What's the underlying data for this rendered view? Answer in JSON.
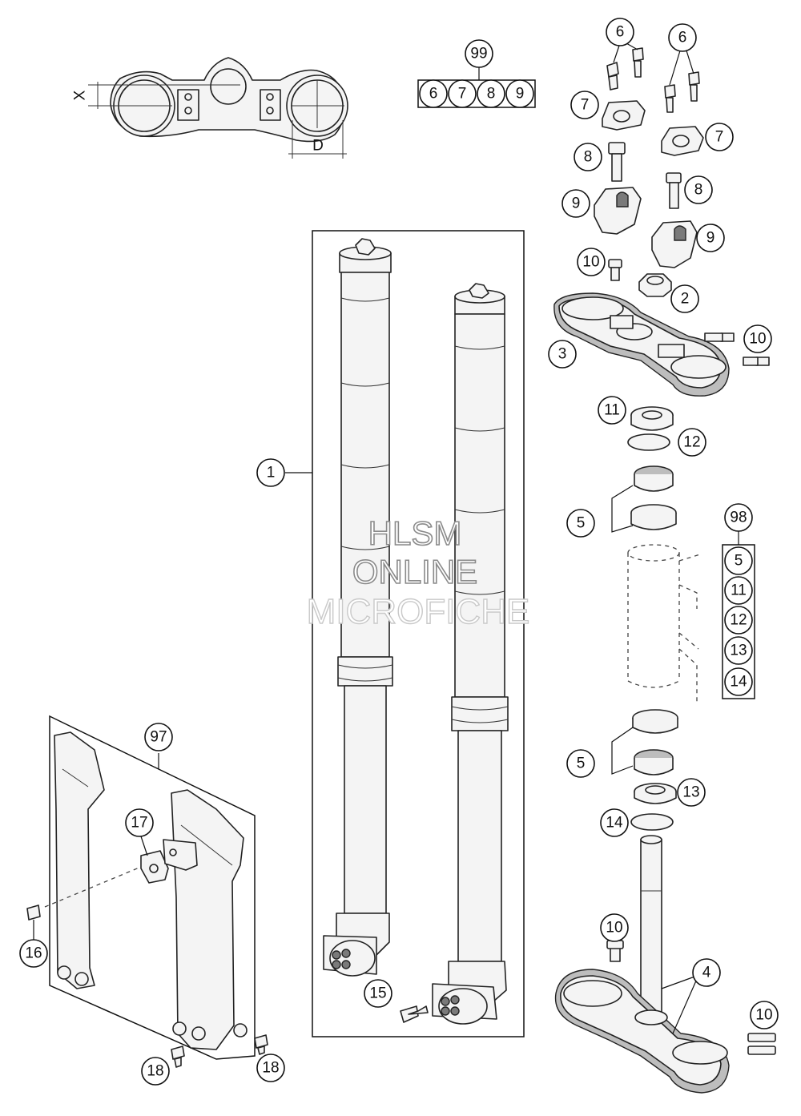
{
  "callouts": [
    {
      "label": "99"
    },
    {
      "label": "6"
    },
    {
      "label": "7"
    },
    {
      "label": "8"
    },
    {
      "label": "9"
    },
    {
      "label": "6"
    },
    {
      "label": "6"
    },
    {
      "label": "7"
    },
    {
      "label": "7"
    },
    {
      "label": "8"
    },
    {
      "label": "8"
    },
    {
      "label": "9"
    },
    {
      "label": "9"
    },
    {
      "label": "10"
    },
    {
      "label": "2"
    },
    {
      "label": "3"
    },
    {
      "label": "10"
    },
    {
      "label": "11"
    },
    {
      "label": "12"
    },
    {
      "label": "5"
    },
    {
      "label": "1"
    },
    {
      "label": "98"
    },
    {
      "label": "5"
    },
    {
      "label": "11"
    },
    {
      "label": "12"
    },
    {
      "label": "13"
    },
    {
      "label": "14"
    },
    {
      "label": "5"
    },
    {
      "label": "13"
    },
    {
      "label": "14"
    },
    {
      "label": "97"
    },
    {
      "label": "17"
    },
    {
      "label": "16"
    },
    {
      "label": "15"
    },
    {
      "label": "10"
    },
    {
      "label": "4"
    },
    {
      "label": "10"
    },
    {
      "label": "18"
    },
    {
      "label": "18"
    }
  ],
  "dimensions": {
    "x_label": "X",
    "d_label": "D"
  },
  "watermark": {
    "line1": "HLSM",
    "line2": "ONLINE",
    "line3": "MICROFICHE"
  }
}
